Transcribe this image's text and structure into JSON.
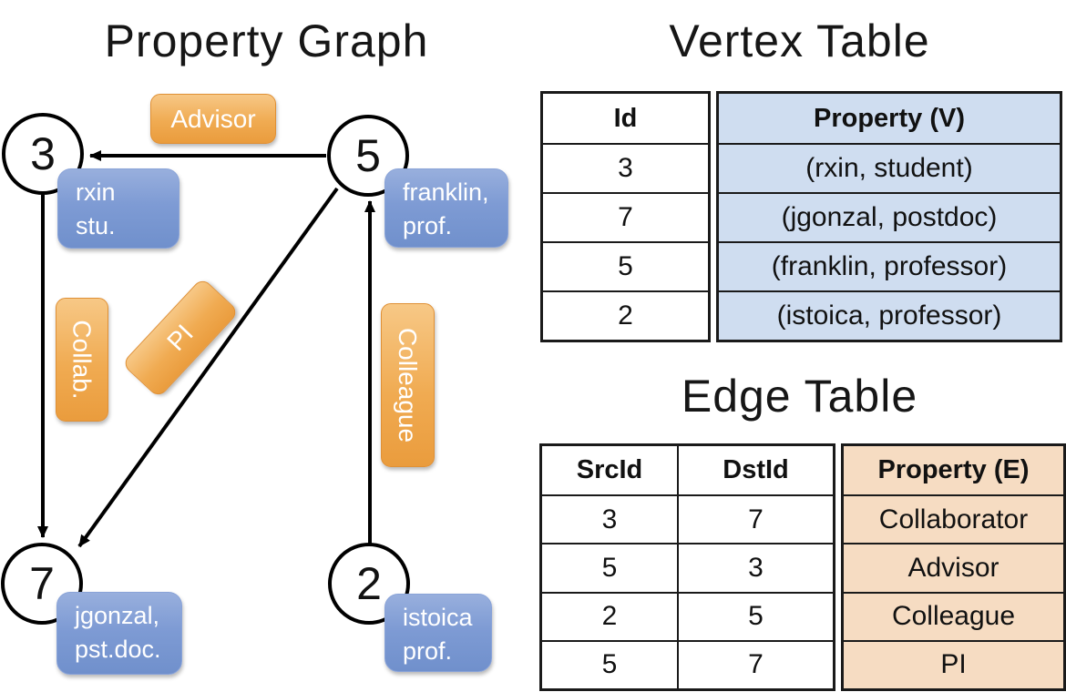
{
  "graph": {
    "title": "Property Graph",
    "nodes": [
      {
        "id": "3",
        "line1": "rxin",
        "line2": "stu."
      },
      {
        "id": "5",
        "line1": "franklin,",
        "line2": "prof."
      },
      {
        "id": "7",
        "line1": "jgonzal,",
        "line2": "pst.doc."
      },
      {
        "id": "2",
        "line1": "istoica",
        "line2": "prof."
      }
    ],
    "edge_labels": {
      "advisor": "Advisor",
      "collab": "Collab.",
      "pi": "PI",
      "colleague": "Colleague"
    }
  },
  "vertex_table": {
    "title": "Vertex Table",
    "columns": {
      "id": "Id",
      "property": "Property (V)"
    },
    "rows": [
      {
        "id": "3",
        "property": "(rxin, student)"
      },
      {
        "id": "7",
        "property": "(jgonzal, postdoc)"
      },
      {
        "id": "5",
        "property": "(franklin, professor)"
      },
      {
        "id": "2",
        "property": "(istoica, professor)"
      }
    ]
  },
  "edge_table": {
    "title": "Edge Table",
    "columns": {
      "src": "SrcId",
      "dst": "DstId",
      "property": "Property (E)"
    },
    "rows": [
      {
        "src": "3",
        "dst": "7",
        "property": "Collaborator"
      },
      {
        "src": "5",
        "dst": "3",
        "property": "Advisor"
      },
      {
        "src": "2",
        "dst": "5",
        "property": "Colleague"
      },
      {
        "src": "5",
        "dst": "7",
        "property": "PI"
      }
    ]
  },
  "colors": {
    "vertex_cell_fill": "#cfddf0",
    "edge_cell_fill": "#f6dcc2",
    "edge_label_fill": "#f0ab52",
    "vertex_box_fill": "#7e9bd4",
    "line": "#000000"
  },
  "chart_data": {
    "type": "table",
    "tables": [
      {
        "title": "Vertex Table",
        "columns": [
          "Id",
          "Property (V)"
        ],
        "rows": [
          [
            "3",
            "(rxin, student)"
          ],
          [
            "7",
            "(jgonzal, postdoc)"
          ],
          [
            "5",
            "(franklin, professor)"
          ],
          [
            "2",
            "(istoica, professor)"
          ]
        ]
      },
      {
        "title": "Edge Table",
        "columns": [
          "SrcId",
          "DstId",
          "Property (E)"
        ],
        "rows": [
          [
            "3",
            "7",
            "Collaborator"
          ],
          [
            "5",
            "3",
            "Advisor"
          ],
          [
            "2",
            "5",
            "Colleague"
          ],
          [
            "5",
            "7",
            "PI"
          ]
        ]
      }
    ],
    "graph_edges": [
      {
        "src": "5",
        "dst": "3",
        "label": "Advisor"
      },
      {
        "src": "3",
        "dst": "7",
        "label": "Collab."
      },
      {
        "src": "5",
        "dst": "7",
        "label": "PI"
      },
      {
        "src": "2",
        "dst": "5",
        "label": "Colleague"
      }
    ]
  }
}
